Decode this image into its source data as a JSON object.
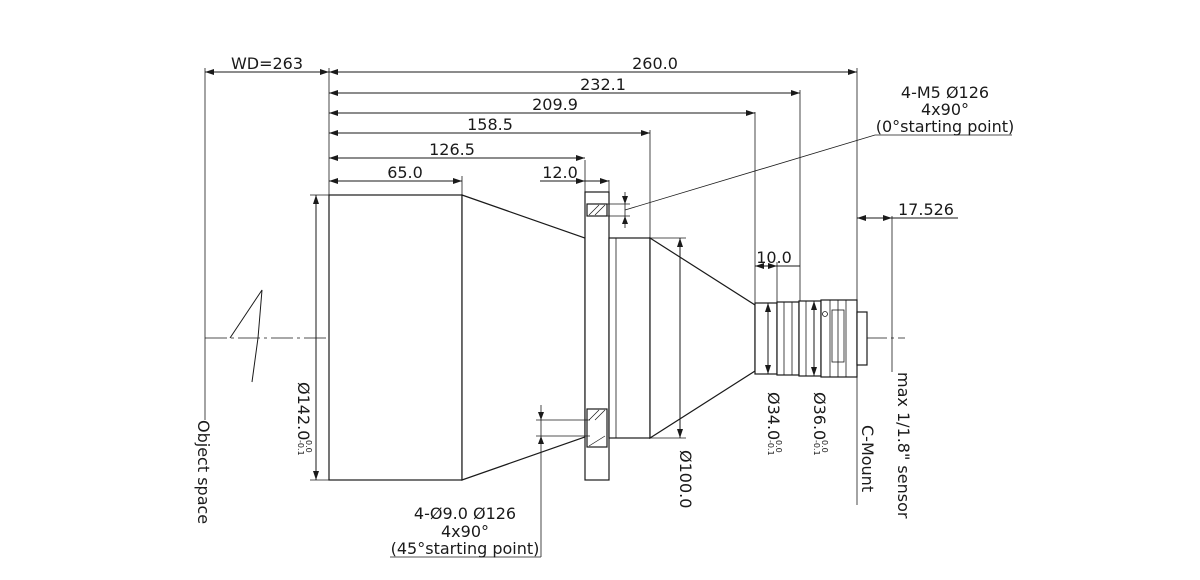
{
  "dims": {
    "wd": "WD=263",
    "d260": "260.0",
    "d232": "232.1",
    "d209": "209.9",
    "d158": "158.5",
    "d126": "126.5",
    "d65": "65.0",
    "d12": "12.0",
    "d10": "10.0",
    "d17": "17.526",
    "d142": "Ø142.0",
    "d34": "Ø34.0",
    "d36": "Ø36.0",
    "d100": "Ø100.0",
    "tol_up": "0.0",
    "tol_low": "-0.1"
  },
  "notes": {
    "m5_line1": "4-M5 Ø126",
    "m5_line2": "4x90°",
    "m5_line3": "(0°starting point)",
    "h9_line1": "4-Ø9.0  Ø126",
    "h9_line2": "4x90°",
    "h9_line3": "(45°starting point)"
  },
  "labels": {
    "object_space": "Object space",
    "c_mount": "C-Mount",
    "sensor": "max 1/1.8\" sensor"
  }
}
